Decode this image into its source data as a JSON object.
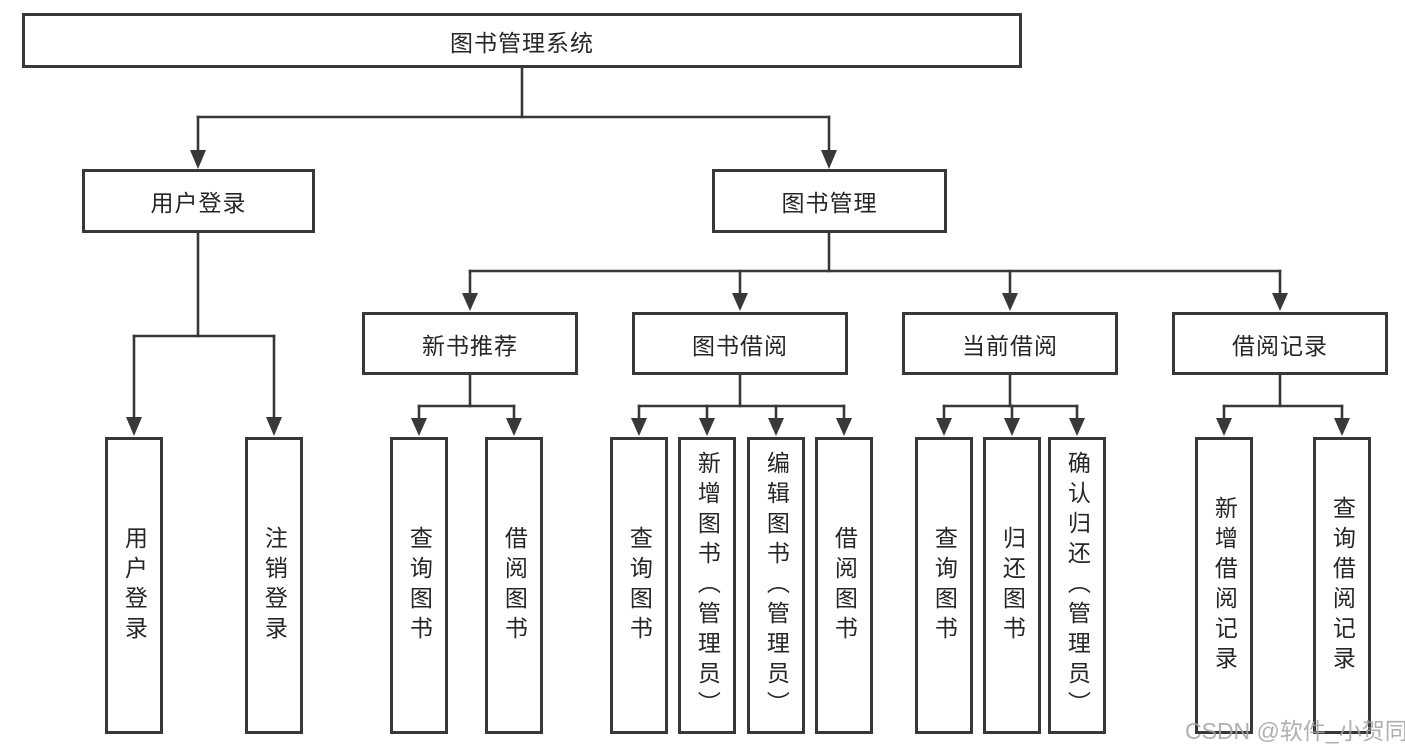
{
  "tree": {
    "label": "图书管理系统",
    "children": [
      {
        "label": "用户登录",
        "children": [
          {
            "label": "用户登录"
          },
          {
            "label": "注销登录"
          }
        ]
      },
      {
        "label": "图书管理",
        "children": [
          {
            "label": "新书推荐",
            "children": [
              {
                "label": "查询图书"
              },
              {
                "label": "借阅图书"
              }
            ]
          },
          {
            "label": "图书借阅",
            "children": [
              {
                "label": "查询图书"
              },
              {
                "label": "新增图书（管理员）"
              },
              {
                "label": "编辑图书（管理员）"
              },
              {
                "label": "借阅图书"
              }
            ]
          },
          {
            "label": "当前借阅",
            "children": [
              {
                "label": "查询图书"
              },
              {
                "label": "归还图书"
              },
              {
                "label": "确认归还（管理员）"
              }
            ]
          },
          {
            "label": "借阅记录",
            "children": [
              {
                "label": "新增借阅记录"
              },
              {
                "label": "查询借阅记录"
              }
            ]
          }
        ]
      }
    ]
  },
  "watermark": {
    "text": "CSDN @软件_小贺同学"
  },
  "colors": {
    "line": "#383838",
    "text": "#262626",
    "watermark": "#a3a3a3",
    "background": "#ffffff"
  }
}
